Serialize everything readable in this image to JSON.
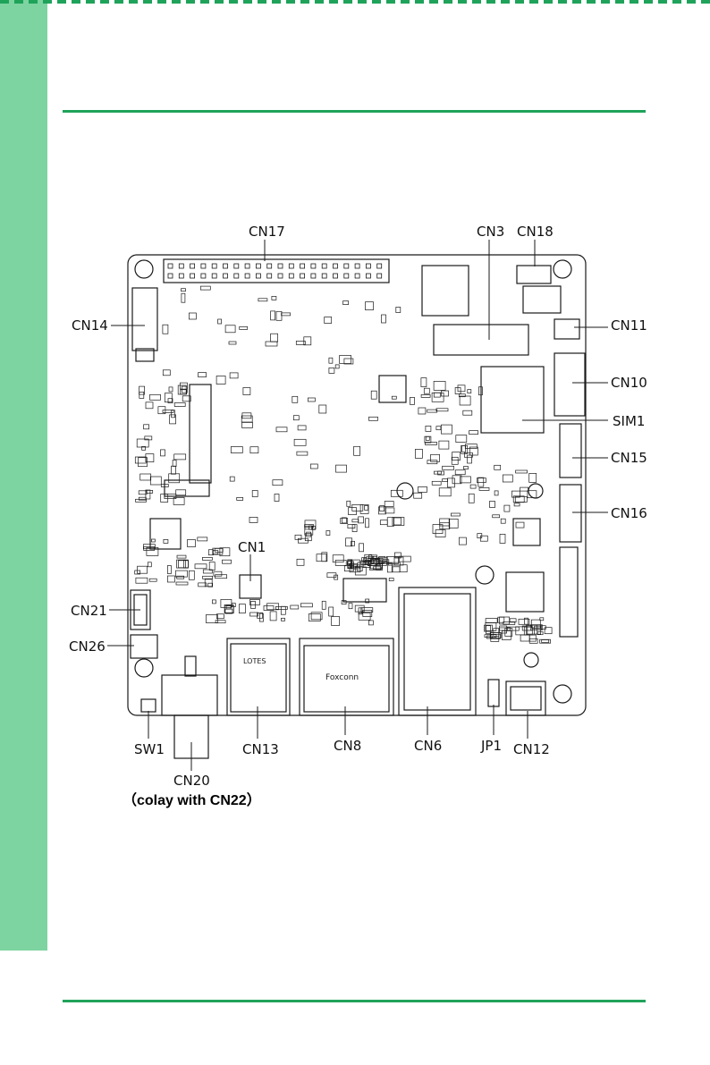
{
  "theme": {
    "accent": "#1fa35a",
    "sidebar": "#7dd4a0",
    "board_outline": "#1a1a1a"
  },
  "callouts": {
    "cn17": "CN17",
    "cn3": "CN3",
    "cn18": "CN18",
    "cn14": "CN14",
    "cn11": "CN11",
    "cn10": "CN10",
    "sim1": "SIM1",
    "cn15": "CN15",
    "cn16": "CN16",
    "cn1": "CN1",
    "cn21": "CN21",
    "cn26": "CN26",
    "sw1": "SW1",
    "cn20": "CN20",
    "cn13": "CN13",
    "cn8": "CN8",
    "cn6": "CN6",
    "jp1": "JP1",
    "cn12": "CN12"
  },
  "chip_marks": {
    "usb_brand": "LOTES",
    "rj45_brand": "Foxconn"
  },
  "note": "（colay with CN22）"
}
